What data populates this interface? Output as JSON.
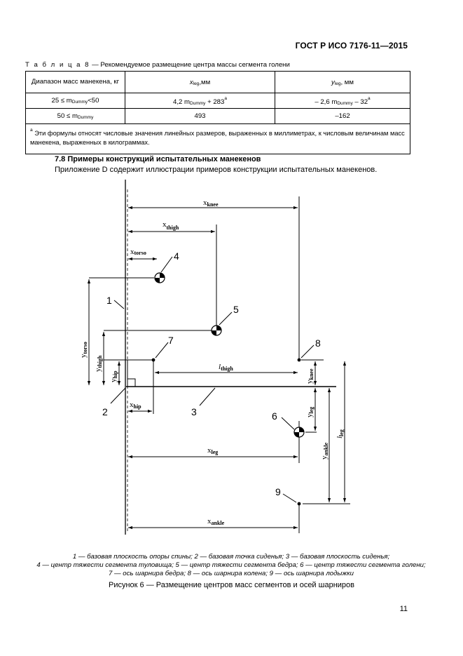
{
  "header": {
    "standard": "ГОСТ Р ИСО 7176-11—2015"
  },
  "table": {
    "caption_prefix": "Т а б л и ц а  8",
    "caption_text": " — Рекомендуемое размещение центра массы сегмента голени",
    "col1_header": "Диапазон масс манекена, кг",
    "col2_var": "x",
    "col2_sub": "leg",
    "col2_unit": ",мм",
    "col3_var": "y",
    "col3_sub": "leg",
    "col3_unit": ", мм",
    "row1": {
      "range_pre": "25 ≤ m",
      "range_sub": "Dummy",
      "range_post": "<50",
      "x_pre": "4,2 m",
      "x_sub": "Dummy",
      "x_post": " + 283",
      "x_sup": "а",
      "y_pre": "– 2,6 m",
      "y_sub": "Dummy",
      "y_post": " – 32",
      "y_sup": "а"
    },
    "row2": {
      "range_pre": "50 ≤ m",
      "range_sub": "Dummy",
      "x": "493",
      "y": "–162"
    },
    "footnote_mark": "а",
    "footnote_text": " Эти формулы относят числовые значения линейных размеров, выраженных в миллиметрах, к числовым величинам масс манекена, выраженных в килограммах."
  },
  "section": {
    "title": "7.8 Примеры конструкций испытательных манекенов",
    "text": "Приложение D содержит иллюстрации примеров конструкции испытательных манекенов."
  },
  "figure": {
    "labels": {
      "x_knee": "x",
      "x_knee_sub": "knee",
      "x_thigh": "x",
      "x_thigh_sub": "thigh",
      "x_torso": "x",
      "x_torso_sub": "torso",
      "y_torso": "y",
      "y_torso_sub": "torso",
      "y_thigh": "y",
      "y_thigh_sub": "thigh",
      "y_hip": "y",
      "y_hip_sub": "hip",
      "x_hip": "x",
      "x_hip_sub": "hip",
      "l_thigh": "l",
      "l_thigh_sub": "thigh",
      "y_knee": "y",
      "y_knee_sub": "knee",
      "y_leg": "y",
      "y_leg_sub": "leg",
      "y_ankle": "y",
      "y_ankle_sub": "ankle",
      "l_leg": "l",
      "l_leg_sub": "leg",
      "x_leg": "x",
      "x_leg_sub": "leg",
      "x_ankle": "x",
      "x_ankle_sub": "ankle"
    },
    "callouts": [
      "1",
      "2",
      "3",
      "4",
      "5",
      "6",
      "7",
      "8",
      "9"
    ]
  },
  "legend": {
    "line1": "1 — базовая плоскость опоры спины; 2 — базовая точка сиденья; 3 — базовая плоскость сиденья;",
    "line2": "4 — центр тяжести сегмента туловища; 5 — центр тяжести сегмента бедра; 6 — центр тяжести сегмента голени;",
    "line3": "7 — ось шарнира бедра; 8 — ось шарнира колена; 9 — ось шарнира лодыжки"
  },
  "figure_caption": "Рисунок 6 — Размещение центров масс сегментов и осей шарниров",
  "page_number": "11"
}
